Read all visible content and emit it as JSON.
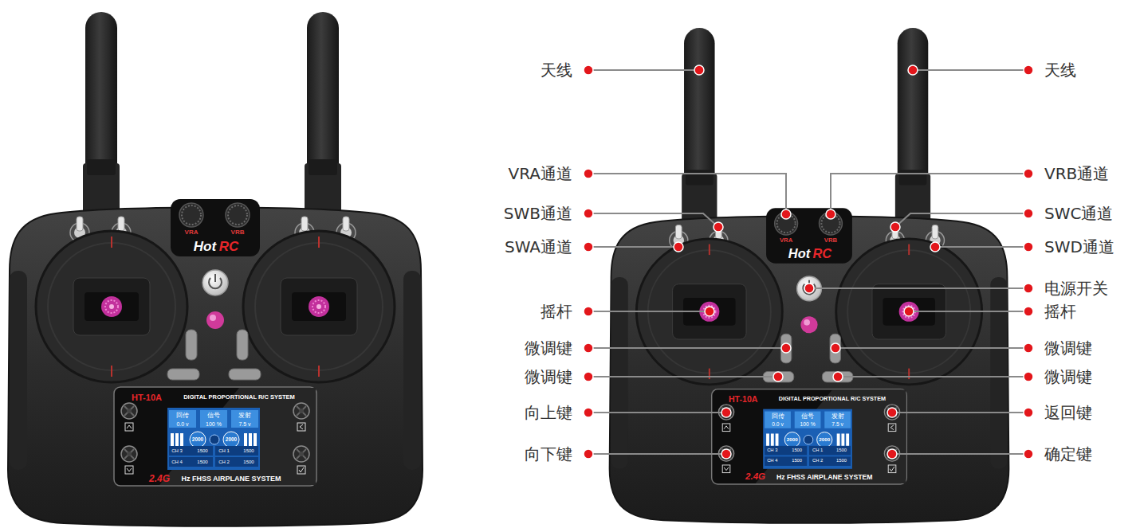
{
  "diagram": {
    "labels": [
      "VRA",
      "VRB",
      "Hot",
      "RC",
      "HT-10A",
      "DIGITAL PROPORTIONAL R/C SYSTEM",
      "回传",
      "信号",
      "发射",
      "0.0 v",
      "100 %",
      "7.5 v",
      "2000",
      "2000",
      "CH 3",
      "1500",
      "CH 1",
      "1500",
      "CH 4",
      "1500",
      "CH 2",
      "1500",
      "2.4G",
      "Hz FHSS AIRPLANE SYSTEM",
      "天线",
      "天线",
      "VRA通道",
      "VRB通道",
      "SWB通道",
      "SWC通道",
      "SWA通道",
      "SWD通道",
      "电源开关",
      "摇杆",
      "摇杆",
      "微调键",
      "微调键",
      "微调键",
      "微调键",
      "向上键",
      "返回键",
      "向下键",
      "确定键",
      "VRA",
      "VRB",
      "Hot",
      "RC",
      "HT-10A",
      "DIGITAL PROPORTIONAL R/C SYSTEM",
      "回传",
      "信号",
      "发射",
      "0.0 v",
      "100 %",
      "7.5 v",
      "2000",
      "2000",
      "CH 3",
      "1500",
      "CH 1",
      "1500",
      "CH 4",
      "1500",
      "CH 2",
      "1500",
      "2.4G",
      "Hz FHSS AIRPLANE SYSTEM"
    ]
  }
}
